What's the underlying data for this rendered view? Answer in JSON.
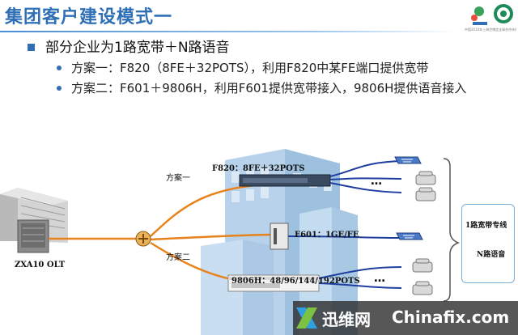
{
  "slide": {
    "title": "集团客户建设模式一",
    "logo_caption": "中国2010年上海世博会全球合作伙伴"
  },
  "bullets": {
    "main": "部分企业为1路宽带＋N路语音",
    "option1": "方案一：F820（8FE＋32POTS），利用F820中某FE端口提供宽带",
    "option2": "方案二：F601＋9806H，利用F601提供宽带接入，9806H提供语音接入"
  },
  "diagram": {
    "olt_label": "ZXA10 OLT",
    "branch1_label": "方案一",
    "branch2_label": "方案二",
    "f820_label": "F820：8FE＋32POTS",
    "f601_label": "F601：1GE/FE",
    "h9806_label": "9806H：48/96/144/192POTS",
    "ellipsis_top": "…",
    "ellipsis_bottom": "…",
    "callout_line1": "1路宽带专线",
    "callout_line2": "N路语音"
  },
  "watermark": {
    "cn": "迅维网",
    "en": "Chinafix.com"
  },
  "colors": {
    "title": "#2f6fb6",
    "fiber": "#e8821a",
    "link": "#1f3fa0"
  }
}
